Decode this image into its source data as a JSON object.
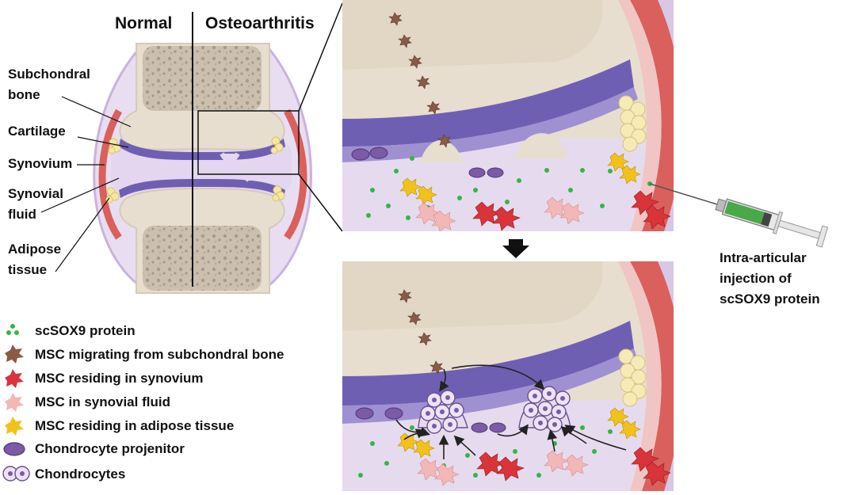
{
  "headers": {
    "normal": "Normal",
    "osteoarthritis": "Osteoarthritis"
  },
  "anatomy_labels": {
    "subchondral_bone": [
      "Subchondral",
      "bone"
    ],
    "cartilage": "Cartilage",
    "synovium": "Synovium",
    "synovial_fluid": [
      "Synovial",
      "fluid"
    ],
    "adipose_tissue": [
      "Adipose",
      "tissue"
    ]
  },
  "injection_label": [
    "Intra-articular",
    "injection of",
    "scSOX9 protein"
  ],
  "legend": [
    {
      "icon": "green-dots-icon",
      "label": "scSOX9 protein"
    },
    {
      "icon": "brown-star-cell-icon",
      "label": "MSC migrating from subchondral bone"
    },
    {
      "icon": "red-star-cell-icon",
      "label": "MSC residing in synovium"
    },
    {
      "icon": "pink-star-cell-icon",
      "label": "MSC in synovial fluid"
    },
    {
      "icon": "yellow-star-cell-icon",
      "label": "MSC residing in adipose tissue"
    },
    {
      "icon": "purple-oval-cell-icon",
      "label": "Chondrocyte projenitor"
    },
    {
      "icon": "double-cell-icon",
      "label": "Chondrocytes"
    }
  ],
  "colors": {
    "bone": "#e8ded0",
    "marrow": "#cbbfae",
    "cartilage_band": "#6f5fb3",
    "cartilage_light": "#9f90d2",
    "synovial_fluid": "#e6dbee",
    "synovium_red": "#d9605c",
    "capsule": "#d9c7e6",
    "green": "#3ab14a",
    "brown": "#8a5a48",
    "red": "#d8343a",
    "pink": "#f2b7b7",
    "yellow": "#f2c21c",
    "purple": "#7b5aa6"
  }
}
